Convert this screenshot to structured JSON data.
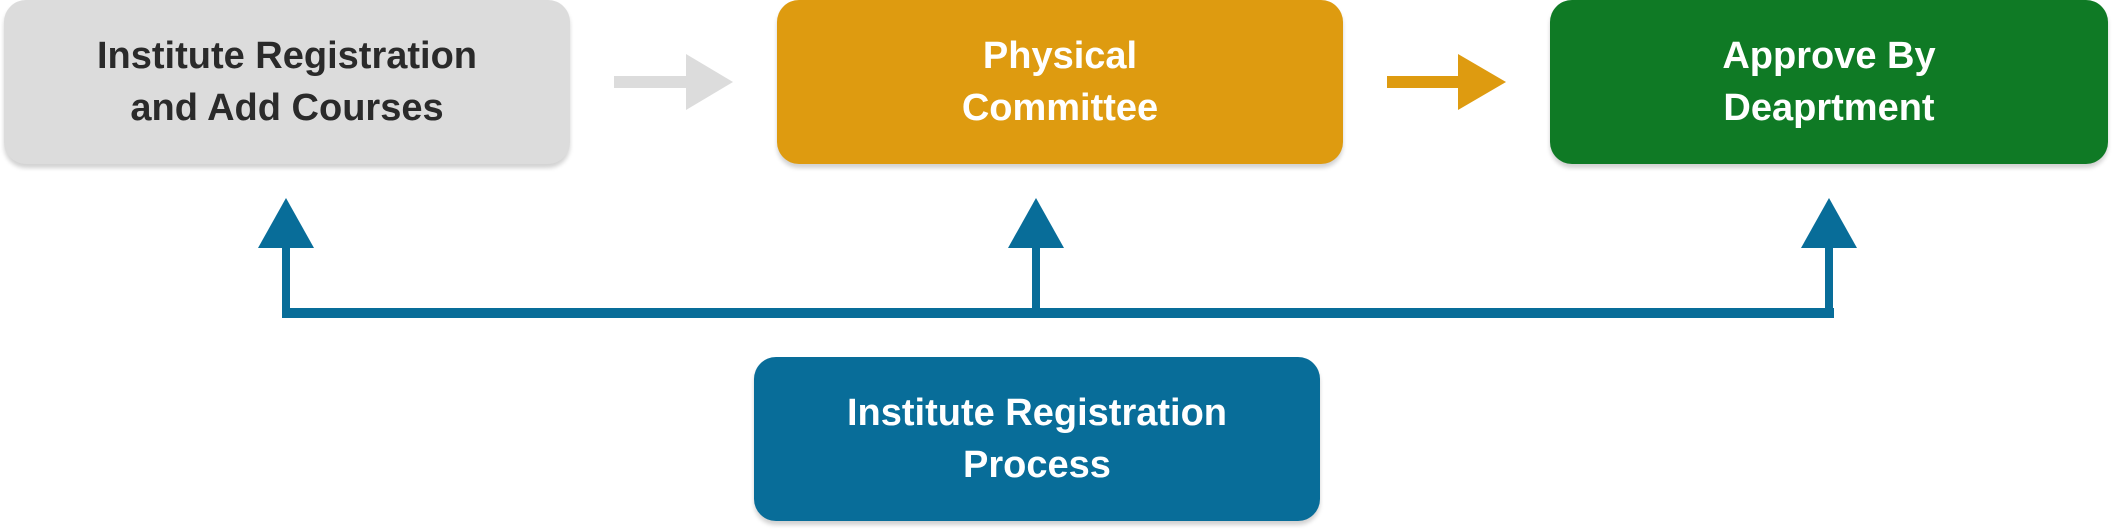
{
  "colors": {
    "step1": "#dcdcdc",
    "step2": "#de9b10",
    "step3": "#0f7a25",
    "process": "#086d99",
    "arrow_gray": "#dcdcdc",
    "arrow_orange": "#de9b10",
    "connector": "#086d99"
  },
  "steps": [
    {
      "label": "Institute Registration\nand Add Courses"
    },
    {
      "label": "Physical\nCommittee"
    },
    {
      "label": "Approve By\nDeaprtment"
    }
  ],
  "process": {
    "label": "Institute Registration\nProcess"
  }
}
